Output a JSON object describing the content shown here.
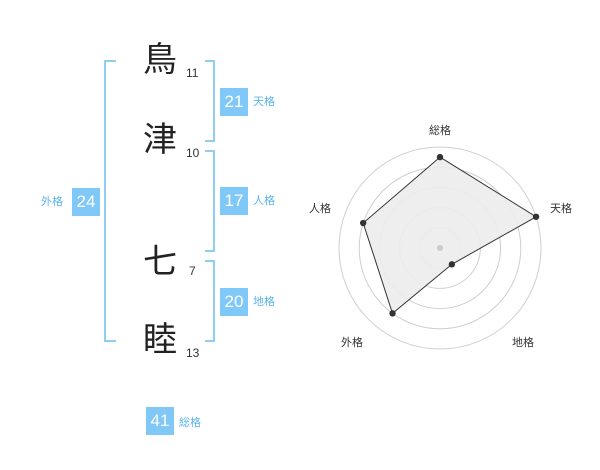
{
  "name": {
    "chars": [
      {
        "char": "鳥",
        "strokes": "11"
      },
      {
        "char": "津",
        "strokes": "10"
      },
      {
        "char": "七",
        "strokes": "7"
      },
      {
        "char": "睦",
        "strokes": "13"
      }
    ]
  },
  "fortune": {
    "tenkaku": {
      "value": "21",
      "label": "天格"
    },
    "jinkaku": {
      "value": "17",
      "label": "人格"
    },
    "chikaku": {
      "value": "20",
      "label": "地格"
    },
    "gaikaku": {
      "value": "24",
      "label": "外格"
    },
    "soukaku": {
      "value": "41",
      "label": "総格"
    }
  },
  "radar": {
    "axes": [
      "総格",
      "天格",
      "地格",
      "外格",
      "人格"
    ],
    "levels": 5,
    "values": [
      0.9,
      1.0,
      0.2,
      0.8,
      0.8
    ],
    "fill_color": "#ececec",
    "stroke_color": "#333333"
  }
}
